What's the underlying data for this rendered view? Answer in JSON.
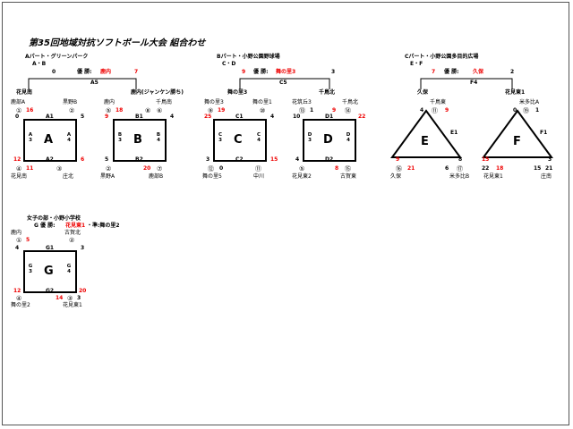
{
  "title": "第35回地域対抗ソフトボール大会 組合わせ",
  "blockAB": {
    "venue": "Aパート・グリーンパーク",
    "sub": "A・B",
    "final": {
      "left_score": "0",
      "winner_prefix": "優 勝:",
      "winner": "鹿内",
      "right_score": "7",
      "code": "A5"
    },
    "finalist_left": "花見南",
    "finalist_right": "鹿内(ジャンケン勝ち)",
    "A": {
      "letter": "A",
      "tl_team": "鹿部A",
      "tr_team": "黒野B",
      "tl_num": "①",
      "tl_score": "16",
      "tr_num": "②",
      "m1": "A1",
      "m1_l": "0",
      "m1_r": "5",
      "left_side": "A\n3",
      "right_side": "A\n4",
      "m2": "A2",
      "m2_l": "12",
      "m2_r": "6",
      "bl_num": "④",
      "bl_score": "11",
      "br_num": "③",
      "bl_team": "花見南",
      "br_team": "庄北"
    },
    "B": {
      "letter": "B",
      "tl_team": "鹿内",
      "tr_team": "千鳥南",
      "tl_num": "⑤",
      "tl_score": "18",
      "tr_num": "⑧",
      "tr_num2": "⑥",
      "m1": "B1",
      "m1_l": "9",
      "m1_r": "4",
      "left_side": "B\n3",
      "right_side": "B\n4",
      "m2": "B2",
      "m2_l": "5",
      "m2_r": "",
      "bl_num": "②",
      "br_num": "⑦",
      "br_score": "20",
      "bl_team": "黒野A",
      "br_team": "鹿部B"
    }
  },
  "blockCD": {
    "venue": "Bパート・小野公園野球場",
    "sub": "C・D",
    "final": {
      "left_score": "9",
      "winner_prefix": "優 勝:",
      "winner": "舞の里3",
      "right_score": "3",
      "code": "C5"
    },
    "finalist_left": "舞の里3",
    "finalist_right": "千鳥北",
    "C": {
      "letter": "C",
      "tl_team": "舞の里3",
      "tr_team": "舞の里1",
      "tl_num": "⑨",
      "tl_score": "19",
      "tr_num": "⑩",
      "m1": "C1",
      "m1_l": "25",
      "m1_r": "4",
      "left_side": "C\n3",
      "right_side": "C\n4",
      "m2": "C2",
      "m2_l": "3",
      "m2_r": "15",
      "bl_num": "⑫",
      "br_num": "⑪",
      "bl_score": "0",
      "bl_team": "舞の里5",
      "br_team": "中川"
    },
    "D": {
      "letter": "D",
      "tl_team": "花筑丘3",
      "tr_team": "千鳥北",
      "tl_num": "⑬",
      "tl_score": "1",
      "tr_num": "⑭",
      "m1": "D1",
      "m1_l": "10",
      "m1_r": "22",
      "tr_score": "9",
      "left_side": "D\n3",
      "right_side": "D\n4",
      "m2": "D2",
      "m2_l": "4",
      "m2_r": "",
      "bl_num": "⑤",
      "br_num": "⑮",
      "br_score": "8",
      "bl_team": "花見東2",
      "br_team": "古賀東"
    }
  },
  "blockEF": {
    "venue": "Cパート・小野公園多目的広場",
    "sub": "E・F",
    "final": {
      "left_score": "7",
      "winner_prefix": "優 勝:",
      "winner": "久保",
      "right_score": "2",
      "code": "F4"
    },
    "finalist_left": "久保",
    "finalist_right": "花見東1",
    "E": {
      "letter": "E",
      "top_team": "千鳥東",
      "top_l": "4",
      "top_num": "⑪",
      "top_r": "9",
      "side": "E1",
      "bl_l": "9",
      "bl_num": "⑯",
      "bl_score": "21",
      "br_l": "6",
      "br_num": "⑰",
      "br_r": "8",
      "bl_team": "久保",
      "br_team": "米多比B"
    },
    "F": {
      "letter": "F",
      "top_team": "米多比A",
      "top_l": "0",
      "top_num": "⑲",
      "top_r": "1",
      "side": "F1",
      "bl_l": "15",
      "bl_num": "22",
      "bl_score": "18",
      "br_l": "15",
      "br_num": "21",
      "br_r": "3",
      "bl_team": "花見東1",
      "br_team": "庄南"
    }
  },
  "blockG": {
    "heading": "女子の部・小野小学校",
    "winner_line_prefix": "G 優 勝:",
    "winner": "花見東1",
    "runner_up": "・準:舞の里2",
    "G": {
      "letter": "G",
      "tl_team": "鹿内",
      "tr_team": "古賀北",
      "tl_num": "①",
      "tl_score": "5",
      "tr_num": "②",
      "m1": "G1",
      "m1_l": "4",
      "m1_r": "3",
      "left_side": "G\n3",
      "right_side": "G\n4",
      "m2": "G2",
      "m2_l": "12",
      "m2_r": "20",
      "bl_num": "④",
      "br_num": "③",
      "br_score": "14",
      "br_score2": "3",
      "bl_team": "舞の里2",
      "br_team": "花見東1"
    }
  },
  "colors": {
    "accent": "#e00000",
    "text": "#000000",
    "border": "#555555"
  }
}
